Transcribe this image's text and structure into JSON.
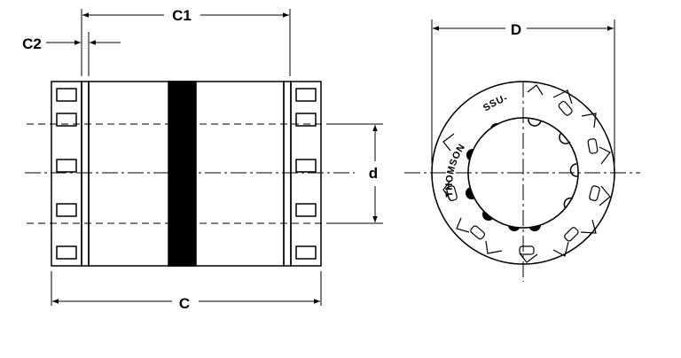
{
  "dimensions": {
    "C1": "C1",
    "C2": "C2",
    "C": "C",
    "D": "D",
    "d": "d"
  },
  "logo": {
    "brand": "THOMSON",
    "model": "SSU-"
  },
  "colors": {
    "line": "#000000",
    "band": "#000000",
    "background": "#ffffff"
  }
}
